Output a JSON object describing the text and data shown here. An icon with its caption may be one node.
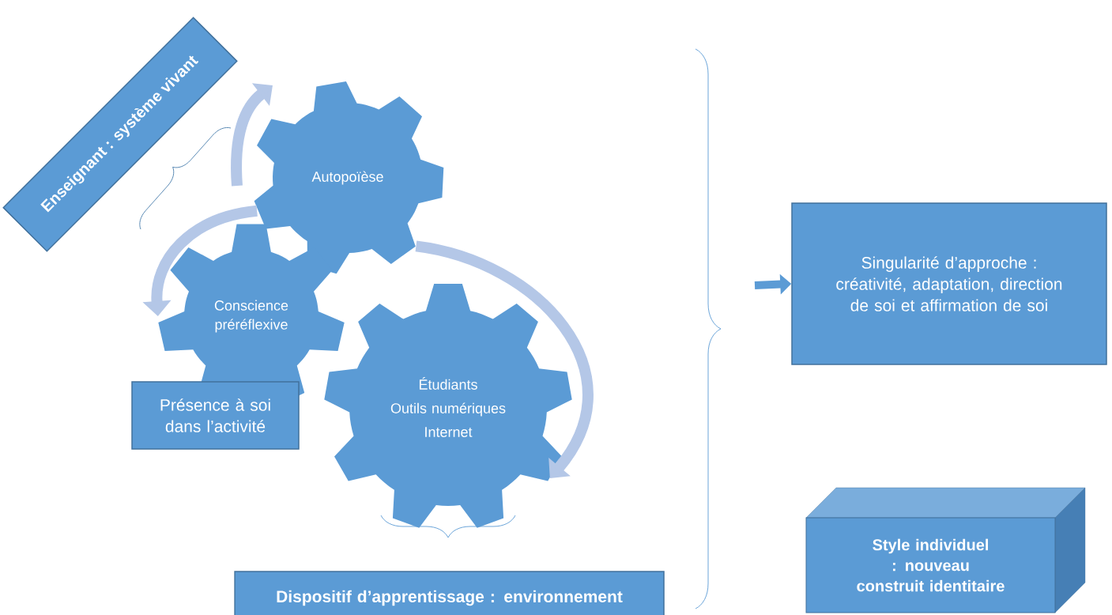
{
  "diagram": {
    "nodes": [
      {
        "text": [
          "Enseignant : système vivant"
        ]
      },
      {
        "text": [
          "Autopoïèse"
        ]
      },
      {
        "text": [
          "Conscience préréflexive"
        ]
      },
      {
        "text": [
          "Étudiants",
          "Outils numériques",
          "Internet"
        ]
      },
      {
        "text": [
          "Présence à soi dans l’activité"
        ]
      },
      {
        "text": [
          "Dispositif d’apprentissage : environnement"
        ]
      },
      {
        "text": [
          "Singularité d’approche : créativité, adaptation, direction de soi et affirmation de soi"
        ]
      },
      {
        "text": [
          "Style individuel : nouveau construit identitaire"
        ]
      }
    ],
    "edges": [
      {
        "from": 2,
        "to": 1,
        "arrow": "to"
      },
      {
        "from": 1,
        "to": 2,
        "arrow": "to"
      },
      {
        "from": 1,
        "to": 3,
        "arrow": "to"
      },
      {
        "from": null,
        "to": 6,
        "arrow": "to",
        "color": "#5b9bd5"
      }
    ]
  }
}
